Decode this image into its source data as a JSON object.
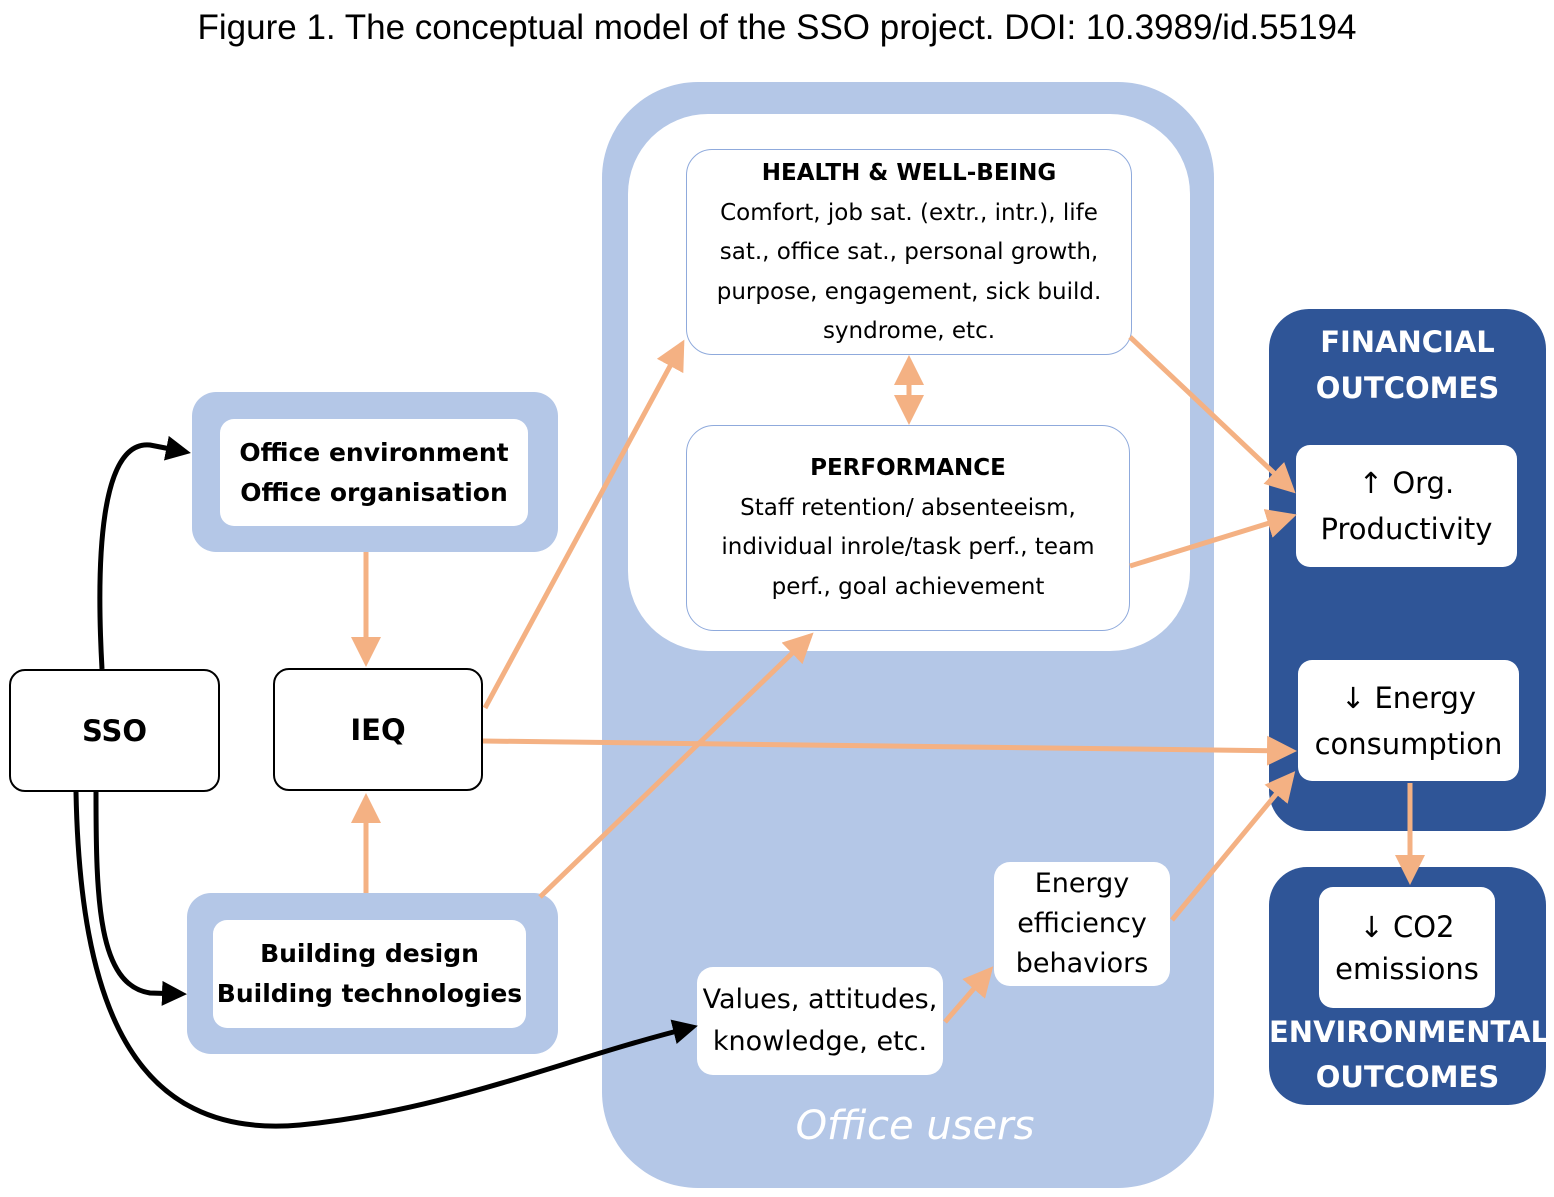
{
  "title": "Figure 1. The conceptual model of the SSO project. DOI: 10.3989/id.55194",
  "nodes": {
    "sso": "SSO",
    "ieq": "IEQ",
    "office_env": [
      "Office environment",
      "Office organisation"
    ],
    "building": [
      "Building design",
      "Building technologies"
    ],
    "health": {
      "heading": "HEALTH & WELL-BEING",
      "lines": [
        "Comfort, job sat. (extr., intr.), life",
        "sat., office sat., personal growth,",
        "purpose, engagement, sick build.",
        "syndrome, etc."
      ]
    },
    "performance": {
      "heading": "PERFORMANCE",
      "lines": [
        "Staff retention/ absenteeism,",
        "individual inrole/task perf., team",
        "perf., goal achievement"
      ]
    },
    "values": [
      "Values, attitudes,",
      "knowledge, etc."
    ],
    "energy_behaviors": [
      "Energy",
      "efficiency",
      "behaviors"
    ],
    "office_users": "Office users",
    "financial": {
      "heading": [
        "FINANCIAL",
        "OUTCOMES"
      ],
      "productivity": [
        "↑ Org.",
        "Productivity"
      ],
      "energy": [
        "↓ Energy",
        "consumption"
      ]
    },
    "environmental": {
      "heading": [
        "ENVIRONMENTAL",
        "OUTCOMES"
      ],
      "co2": [
        "↓ CO2",
        "emissions"
      ]
    }
  },
  "colors": {
    "light_blue": "#b4c7e7",
    "dark_blue": "#2f5597",
    "orange_arrow": "#f4b183",
    "black_arrow": "#000000"
  }
}
